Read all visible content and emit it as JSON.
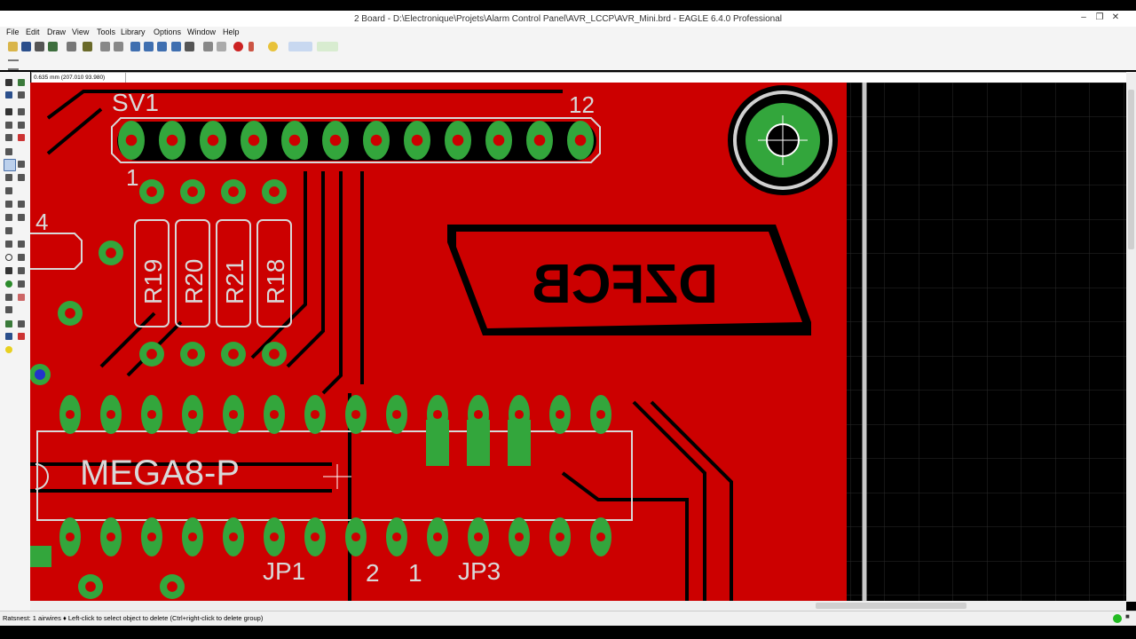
{
  "window": {
    "title": "2 Board - D:\\Electronique\\Projets\\Alarm Control Panel\\AVR_LCCP\\AVR_Mini.brd - EAGLE 6.4.0 Professional",
    "minimize_glyph": "–",
    "maximize_glyph": "❐",
    "close_glyph": "✕"
  },
  "menu": [
    "File",
    "Edit",
    "Draw",
    "View",
    "Tools",
    "Library",
    "Options",
    "Window",
    "Help"
  ],
  "coord_readout": "0.635 mm (207.010 93.980)",
  "board": {
    "headers": [
      "SV1",
      "JP1",
      "JP3"
    ],
    "header_pins": [
      "1",
      "12",
      "4",
      "2",
      "1"
    ],
    "resistors": [
      "R19",
      "R20",
      "R21",
      "R18"
    ],
    "chip": "MEGA8-P",
    "logo_text": "DZFCB"
  },
  "status": {
    "message": "Ratsnest: 1 airwires  ♦ Left-click to select object to delete (Ctrl+right-click to delete group)"
  },
  "colors": {
    "copper_top": "#cc0000",
    "pad": "#33a63c",
    "background": "#000000",
    "silkscreen": "#d8d8d8"
  }
}
